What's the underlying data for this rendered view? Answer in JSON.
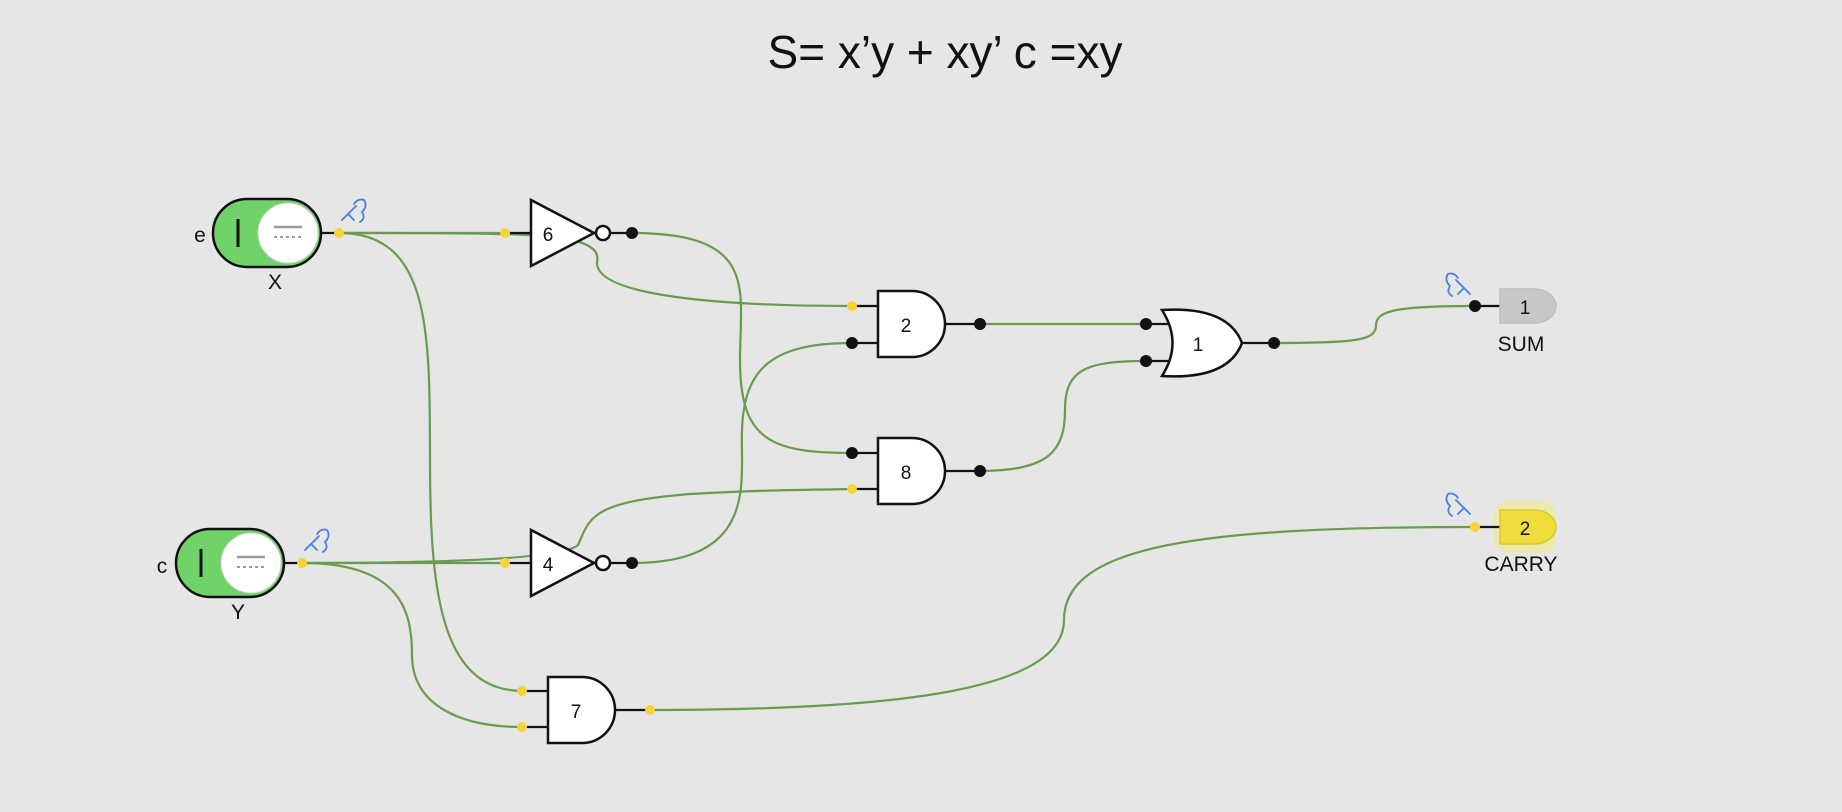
{
  "title": "S= x’y + xy’   c =xy",
  "colors": {
    "background": "#e6e6e6",
    "wire": "#6a9b50",
    "switch_on": "#6fd36a",
    "pin_active": "#f5d43a",
    "led_off": "#c8c8c8",
    "led_on": "#eedd3a",
    "probe": "#4a7fe0"
  },
  "inputs": {
    "x": {
      "key_label": "e",
      "name": "X",
      "state": "on"
    },
    "y": {
      "key_label": "c",
      "name": "Y",
      "state": "on"
    }
  },
  "gates": {
    "not_x": {
      "type": "NOT",
      "id": "6"
    },
    "not_y": {
      "type": "NOT",
      "id": "4"
    },
    "and_top": {
      "type": "AND",
      "id": "2"
    },
    "and_mid": {
      "type": "AND",
      "id": "8"
    },
    "and_carry": {
      "type": "AND",
      "id": "7"
    },
    "or_sum": {
      "type": "OR",
      "id": "1"
    }
  },
  "outputs": {
    "sum": {
      "id": "1",
      "name": "SUM",
      "state": "off"
    },
    "carry": {
      "id": "2",
      "name": "CARRY",
      "state": "on"
    }
  },
  "icons": {
    "probe": "probe-icon"
  }
}
